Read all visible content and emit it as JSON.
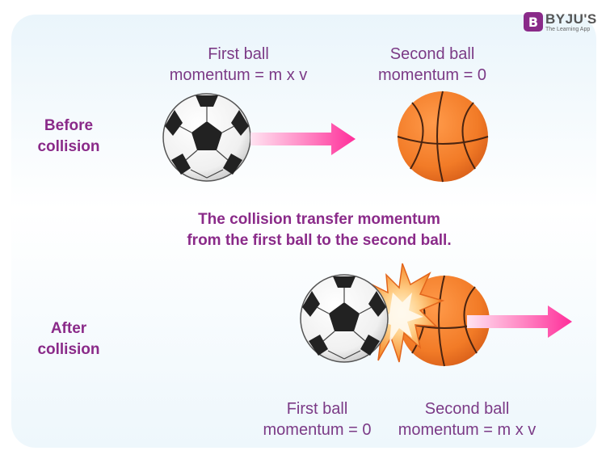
{
  "brand": {
    "logo_letter": "B",
    "name": "BYJU'S",
    "tagline": "The Learning App",
    "color": "#8a2a89"
  },
  "before": {
    "heading_line1": "Before",
    "heading_line2": "collision",
    "first_ball_line1": "First ball",
    "first_ball_line2": "momentum = m x v",
    "second_ball_line1": "Second ball",
    "second_ball_line2": "momentum = 0"
  },
  "transfer_text_line1": "The collision transfer momentum",
  "transfer_text_line2": "from the first ball to the second ball.",
  "after": {
    "heading_line1": "After",
    "heading_line2": "collision",
    "first_ball_line1": "First ball",
    "first_ball_line2": "momentum = 0",
    "second_ball_line1": "Second ball",
    "second_ball_line2": "momentum = m x v"
  },
  "colors": {
    "label_text": "#7b3a86",
    "heading_text": "#8a2a89",
    "arrow": "#ff2e9a",
    "basketball": "#f27b27"
  },
  "icons": [
    "soccer-ball-icon",
    "basketball-icon",
    "arrow-right-icon",
    "collision-burst-icon"
  ]
}
